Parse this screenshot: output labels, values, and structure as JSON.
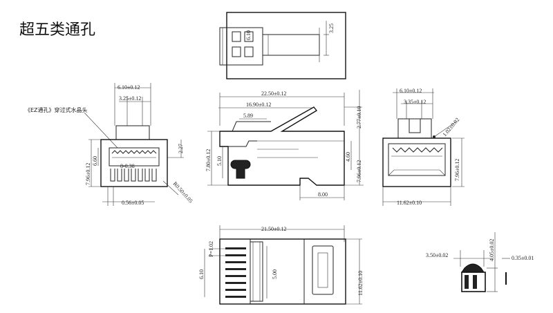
{
  "title": "超五类通孔",
  "top_view": {
    "dim_width": "6.10",
    "dim_height": "3.25"
  },
  "left_view": {
    "note": "《EZ通孔》穿过式水晶头",
    "dim_top_outer": "6.10±0.12",
    "dim_top_inner": "3.25±0.12",
    "dim_pitch": "8-0.38",
    "dim_height_total": "7.96±0.12",
    "dim_height_body": "6.60",
    "dim_side": "2.27",
    "dim_bottom": "0.56±0.05",
    "dim_radius": "R0.50±0.05"
  },
  "front_view": {
    "dim_length": "22.50±0.12",
    "dim_latch": "16.90±0.12",
    "dim_hook": "5.89",
    "dim_latch_height": "2.77±0.10",
    "dim_height_left": "7.80±0.12",
    "dim_step": "5.10",
    "dim_inner": "4.60",
    "dim_height_right": "7.96±0.12",
    "dim_bottom_len": "8.00"
  },
  "end_view": {
    "dim_top_outer": "6.10±0.12",
    "dim_top_inner": "3.35±0.12",
    "dim_corner": "1.02±0.02",
    "dim_height": "7.96±0.12",
    "dim_width": "11.62±0.10"
  },
  "bottom_view": {
    "dim_length": "21.50±0.12",
    "dim_pitch": "P=1.02",
    "dim_width_left": "6.10",
    "dim_width_right": "11.62±0.10",
    "dim_inner": "5.00"
  },
  "detail_view": {
    "dim_width": "3.50±0.02",
    "dim_height": "4.05±0.02",
    "dim_thickness": "0.35±0.01"
  }
}
